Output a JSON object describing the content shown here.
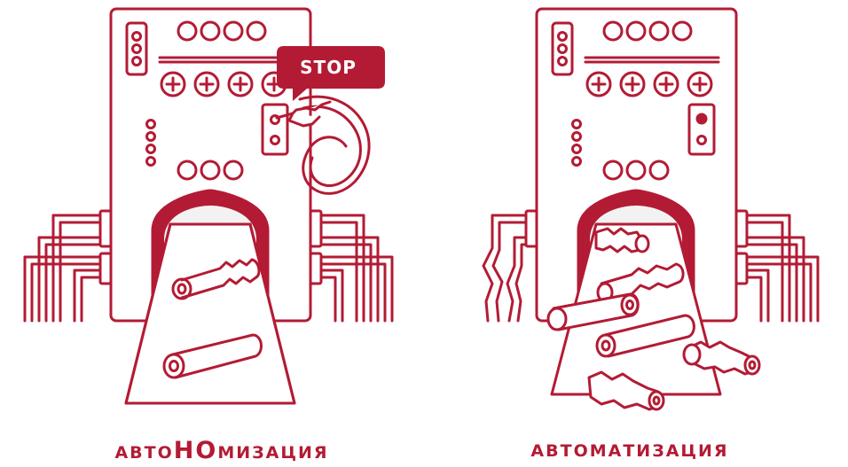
{
  "left_panel": {
    "stop_label": "STOP",
    "caption_prefix": "АВТО",
    "caption_highlight": "НО",
    "caption_suffix": "МИЗАЦИЯ"
  },
  "right_panel": {
    "caption": "АВТОМАТИЗАЦИЯ"
  },
  "colors": {
    "accent": "#b31b34",
    "background": "#ffffff",
    "light_fill": "#f2f2f2"
  }
}
